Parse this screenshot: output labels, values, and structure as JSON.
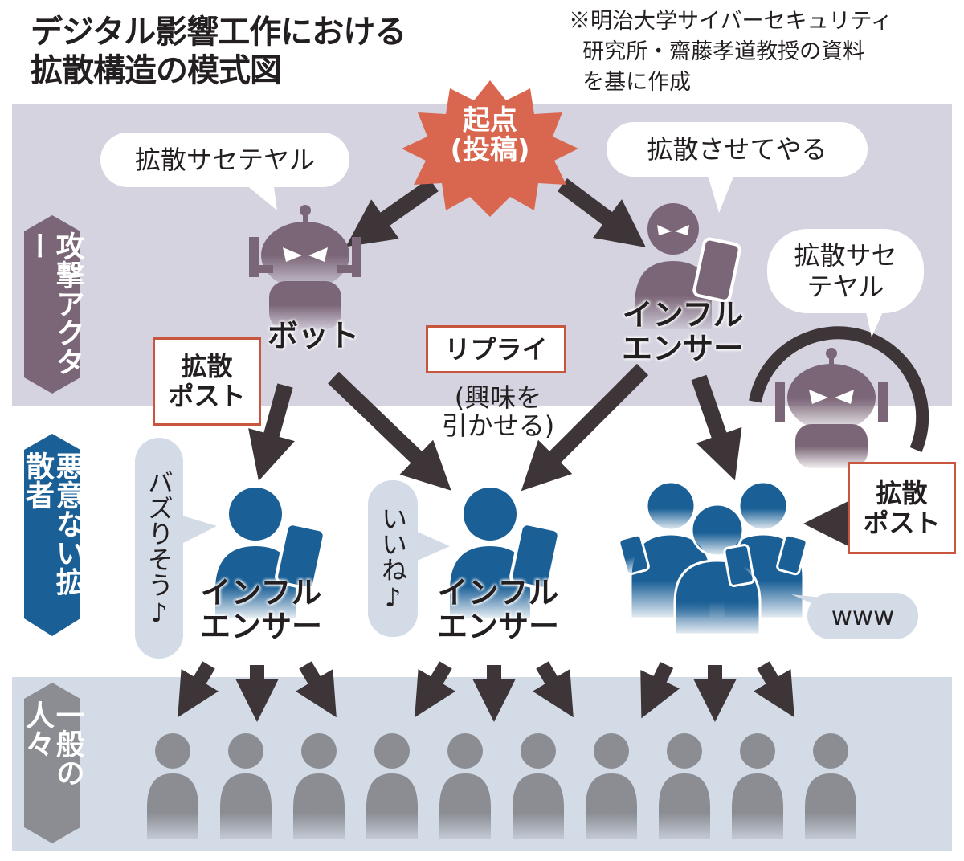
{
  "title": {
    "line1": "デジタル影響工作における",
    "line2": "拡散構造の模式図"
  },
  "note": "※明治大学サイバーセキュリティ\n  研究所・齋藤孝道教授の資料\n  を基に作成",
  "origin": {
    "label": "起点\n(投稿)"
  },
  "sections": {
    "attack_actors": "攻撃アクター",
    "non_malicious_spreaders": "悪意ない拡散者",
    "general_public": "一般の人々"
  },
  "attackers": {
    "bot_label": "ボット",
    "bot_speech": "拡散サセテヤル",
    "influencer_label": "インフル\nエンサー",
    "influencer_speech": "拡散させてやる",
    "bot2_speech": "拡散サセ\nテヤル"
  },
  "actions": {
    "spread_post_1": "拡散\nポスト",
    "reply": "リプライ",
    "reply_note": "(興味を\n引かせる)",
    "spread_post_2": "拡散\nポスト"
  },
  "spreaders": {
    "influencer1_label": "インフル\nエンサー",
    "influencer1_speech": "バズりそう♪",
    "influencer2_label": "インフル\nエンサー",
    "influencer2_speech": "いいね♪",
    "crowd_speech": "www"
  },
  "colors": {
    "attack_band": "#d6d3e0",
    "public_band": "#d3dbe7",
    "attacker_purple": "#7b6677",
    "spreader_blue": "#1a5f96",
    "public_gray": "#8b8d93",
    "origin_red": "#d9674f",
    "arrow": "#3d3537"
  }
}
